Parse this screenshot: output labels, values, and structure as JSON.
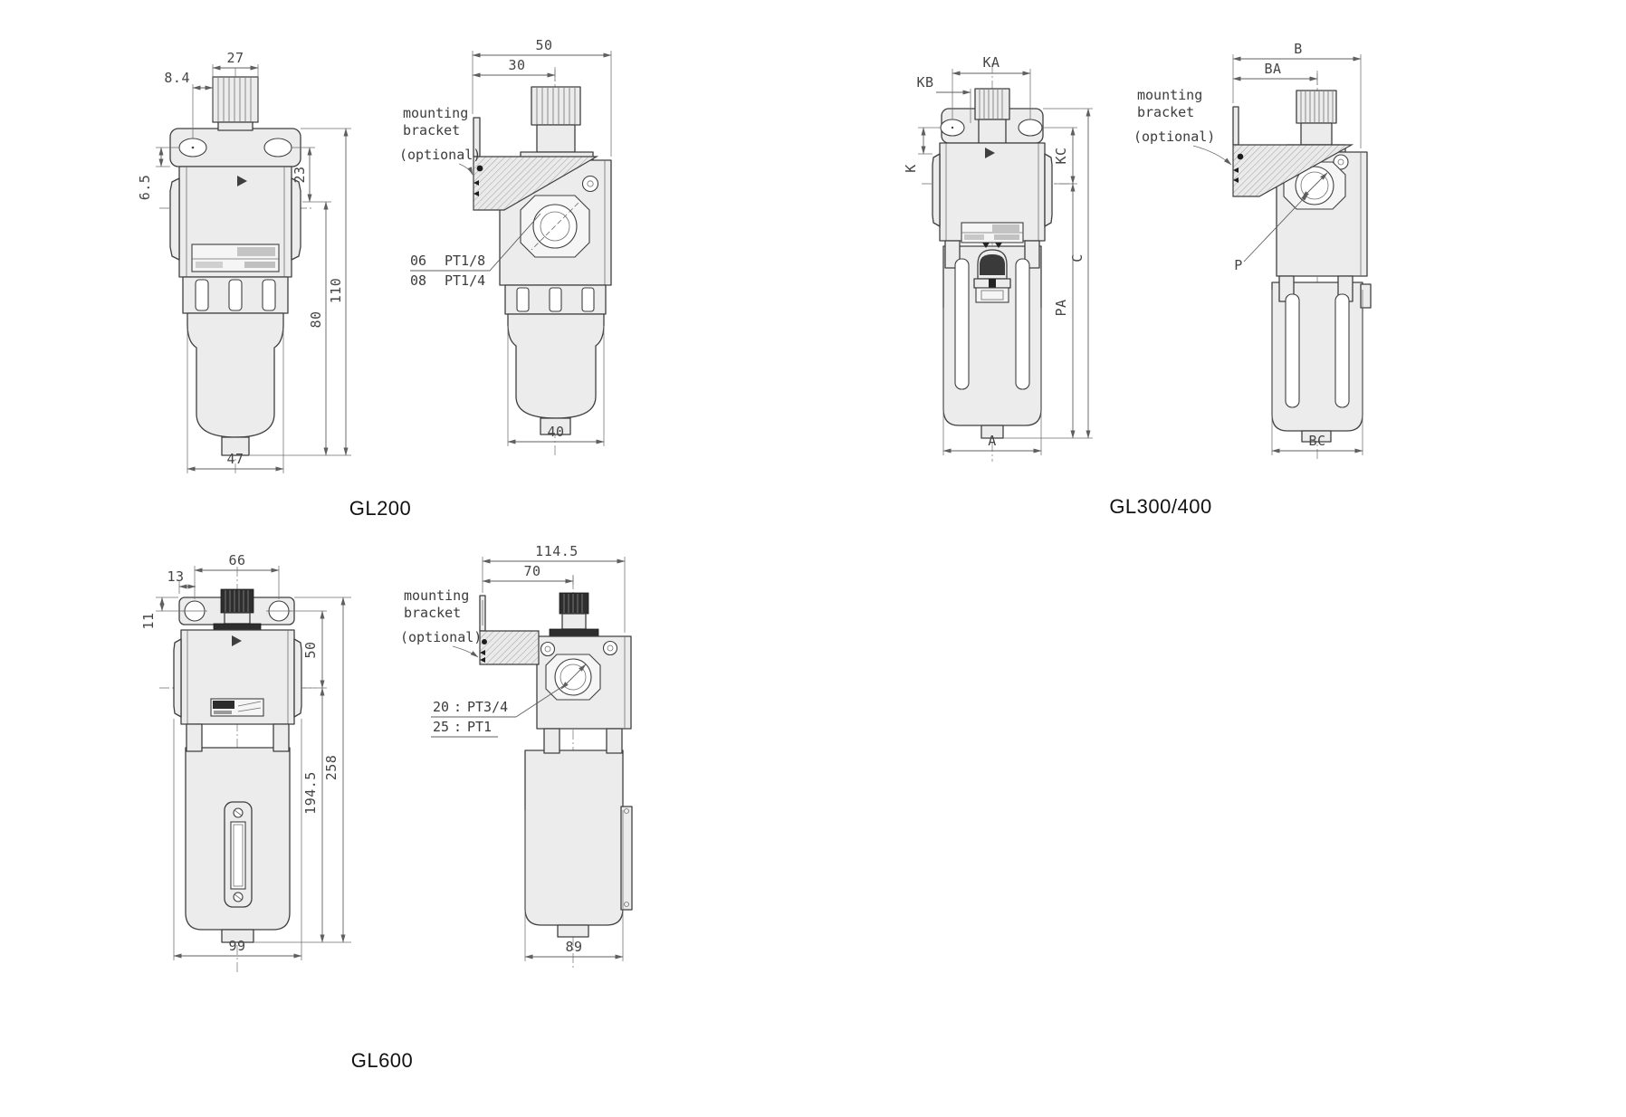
{
  "figures": {
    "gl200": {
      "label": "GL200",
      "front": {
        "dim_knob_width": "27",
        "dim_hole_offset": "8.4",
        "dim_side_offset": "6.5",
        "dim_flange_drop": "23",
        "dim_body_height": "80",
        "dim_total_height": "110",
        "dim_bottom_width": "47"
      },
      "side": {
        "dim_total_width": "50",
        "dim_bracket_offset": "30",
        "dim_bottom_width": "40",
        "note": [
          "mounting",
          "bracket",
          "(optional)"
        ],
        "ports": [
          {
            "size": "06",
            "thread": "PT1/8"
          },
          {
            "size": "08",
            "thread": "PT1/4"
          }
        ]
      }
    },
    "gl300_400": {
      "label": "GL300/400",
      "front": {
        "dim_hole_pitch": "KA",
        "dim_hole_offset": "KB",
        "dim_side_offset": "K",
        "dim_flange_drop": "KC",
        "dim_total_height": "C",
        "dim_bowl_drop": "PA",
        "dim_bottom_width": "A"
      },
      "side": {
        "dim_total_width": "B",
        "dim_bracket_offset": "BA",
        "dim_bottom_width": "BC",
        "port_label": "P",
        "note": [
          "mounting",
          "bracket",
          "(optional)"
        ]
      }
    },
    "gl600": {
      "label": "GL600",
      "front": {
        "dim_hole_pitch": "66",
        "dim_hole_offset": "13",
        "dim_side_offset": "11",
        "dim_flange_drop": "50",
        "dim_body_height": "194.5",
        "dim_total_height": "258",
        "dim_bottom_width": "99"
      },
      "side": {
        "dim_total_width": "114.5",
        "dim_bracket_offset": "70",
        "dim_bottom_width": "89",
        "note": [
          "mounting",
          "bracket",
          "(optional)"
        ],
        "ports": [
          {
            "size": "20",
            "sep": ":",
            "thread": "PT3/4"
          },
          {
            "size": "25",
            "sep": ":",
            "thread": "PT1"
          }
        ]
      }
    }
  }
}
